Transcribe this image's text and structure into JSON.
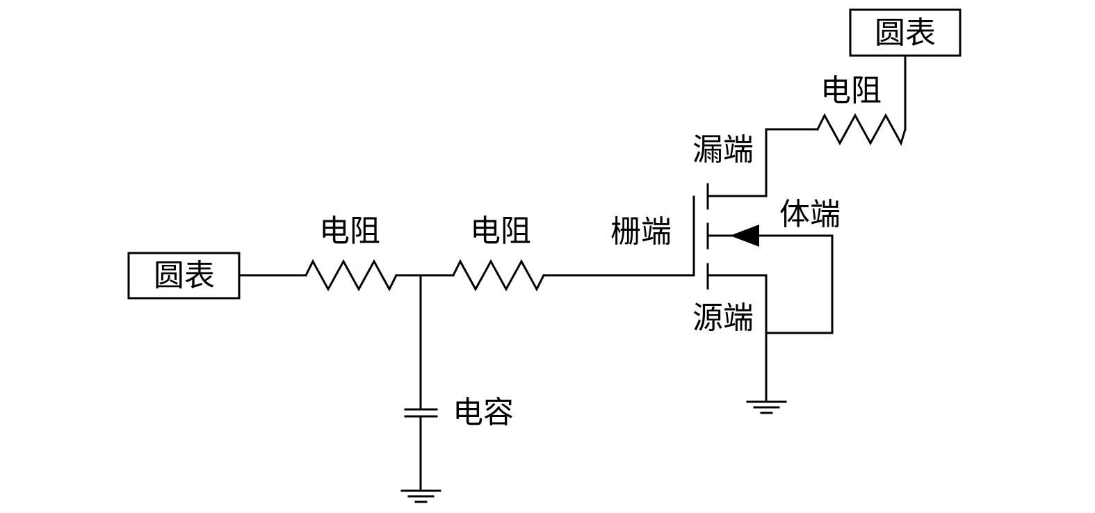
{
  "diagram": {
    "type": "circuit-schematic",
    "labels": {
      "meter_left": "圆表",
      "meter_top": "圆表",
      "resistor_1": "电阻",
      "resistor_2": "电阻",
      "resistor_drain": "电阻",
      "capacitor": "电容",
      "gate": "栅端",
      "drain": "漏端",
      "source": "源端",
      "body": "体端"
    },
    "components": [
      {
        "id": "meter_left",
        "kind": "meter"
      },
      {
        "id": "resistor_1",
        "kind": "resistor"
      },
      {
        "id": "capacitor",
        "kind": "capacitor",
        "to": "ground"
      },
      {
        "id": "resistor_2",
        "kind": "resistor"
      },
      {
        "id": "mosfet",
        "kind": "mosfet",
        "terminals": [
          "gate",
          "drain",
          "source",
          "body"
        ]
      },
      {
        "id": "resistor_drain",
        "kind": "resistor"
      },
      {
        "id": "meter_top",
        "kind": "meter"
      },
      {
        "id": "ground_source",
        "kind": "ground"
      }
    ]
  }
}
